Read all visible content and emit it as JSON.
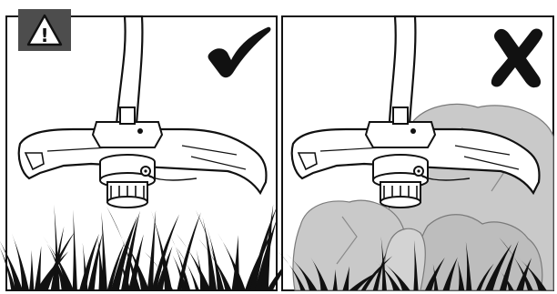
{
  "warning": {
    "icon": "warning-triangle-icon",
    "symbol": "!"
  },
  "panels": [
    {
      "id": "correct",
      "icon": "checkmark-icon",
      "obstacle": "grass",
      "verdict": "correct"
    },
    {
      "id": "incorrect",
      "icon": "cross-icon",
      "obstacle": "rocks",
      "verdict": "incorrect"
    }
  ],
  "colors": {
    "ink": "#111111",
    "warning_box": "#4d4d4d",
    "rock": "#c9c9c9",
    "head_fill": "#ffffff"
  }
}
